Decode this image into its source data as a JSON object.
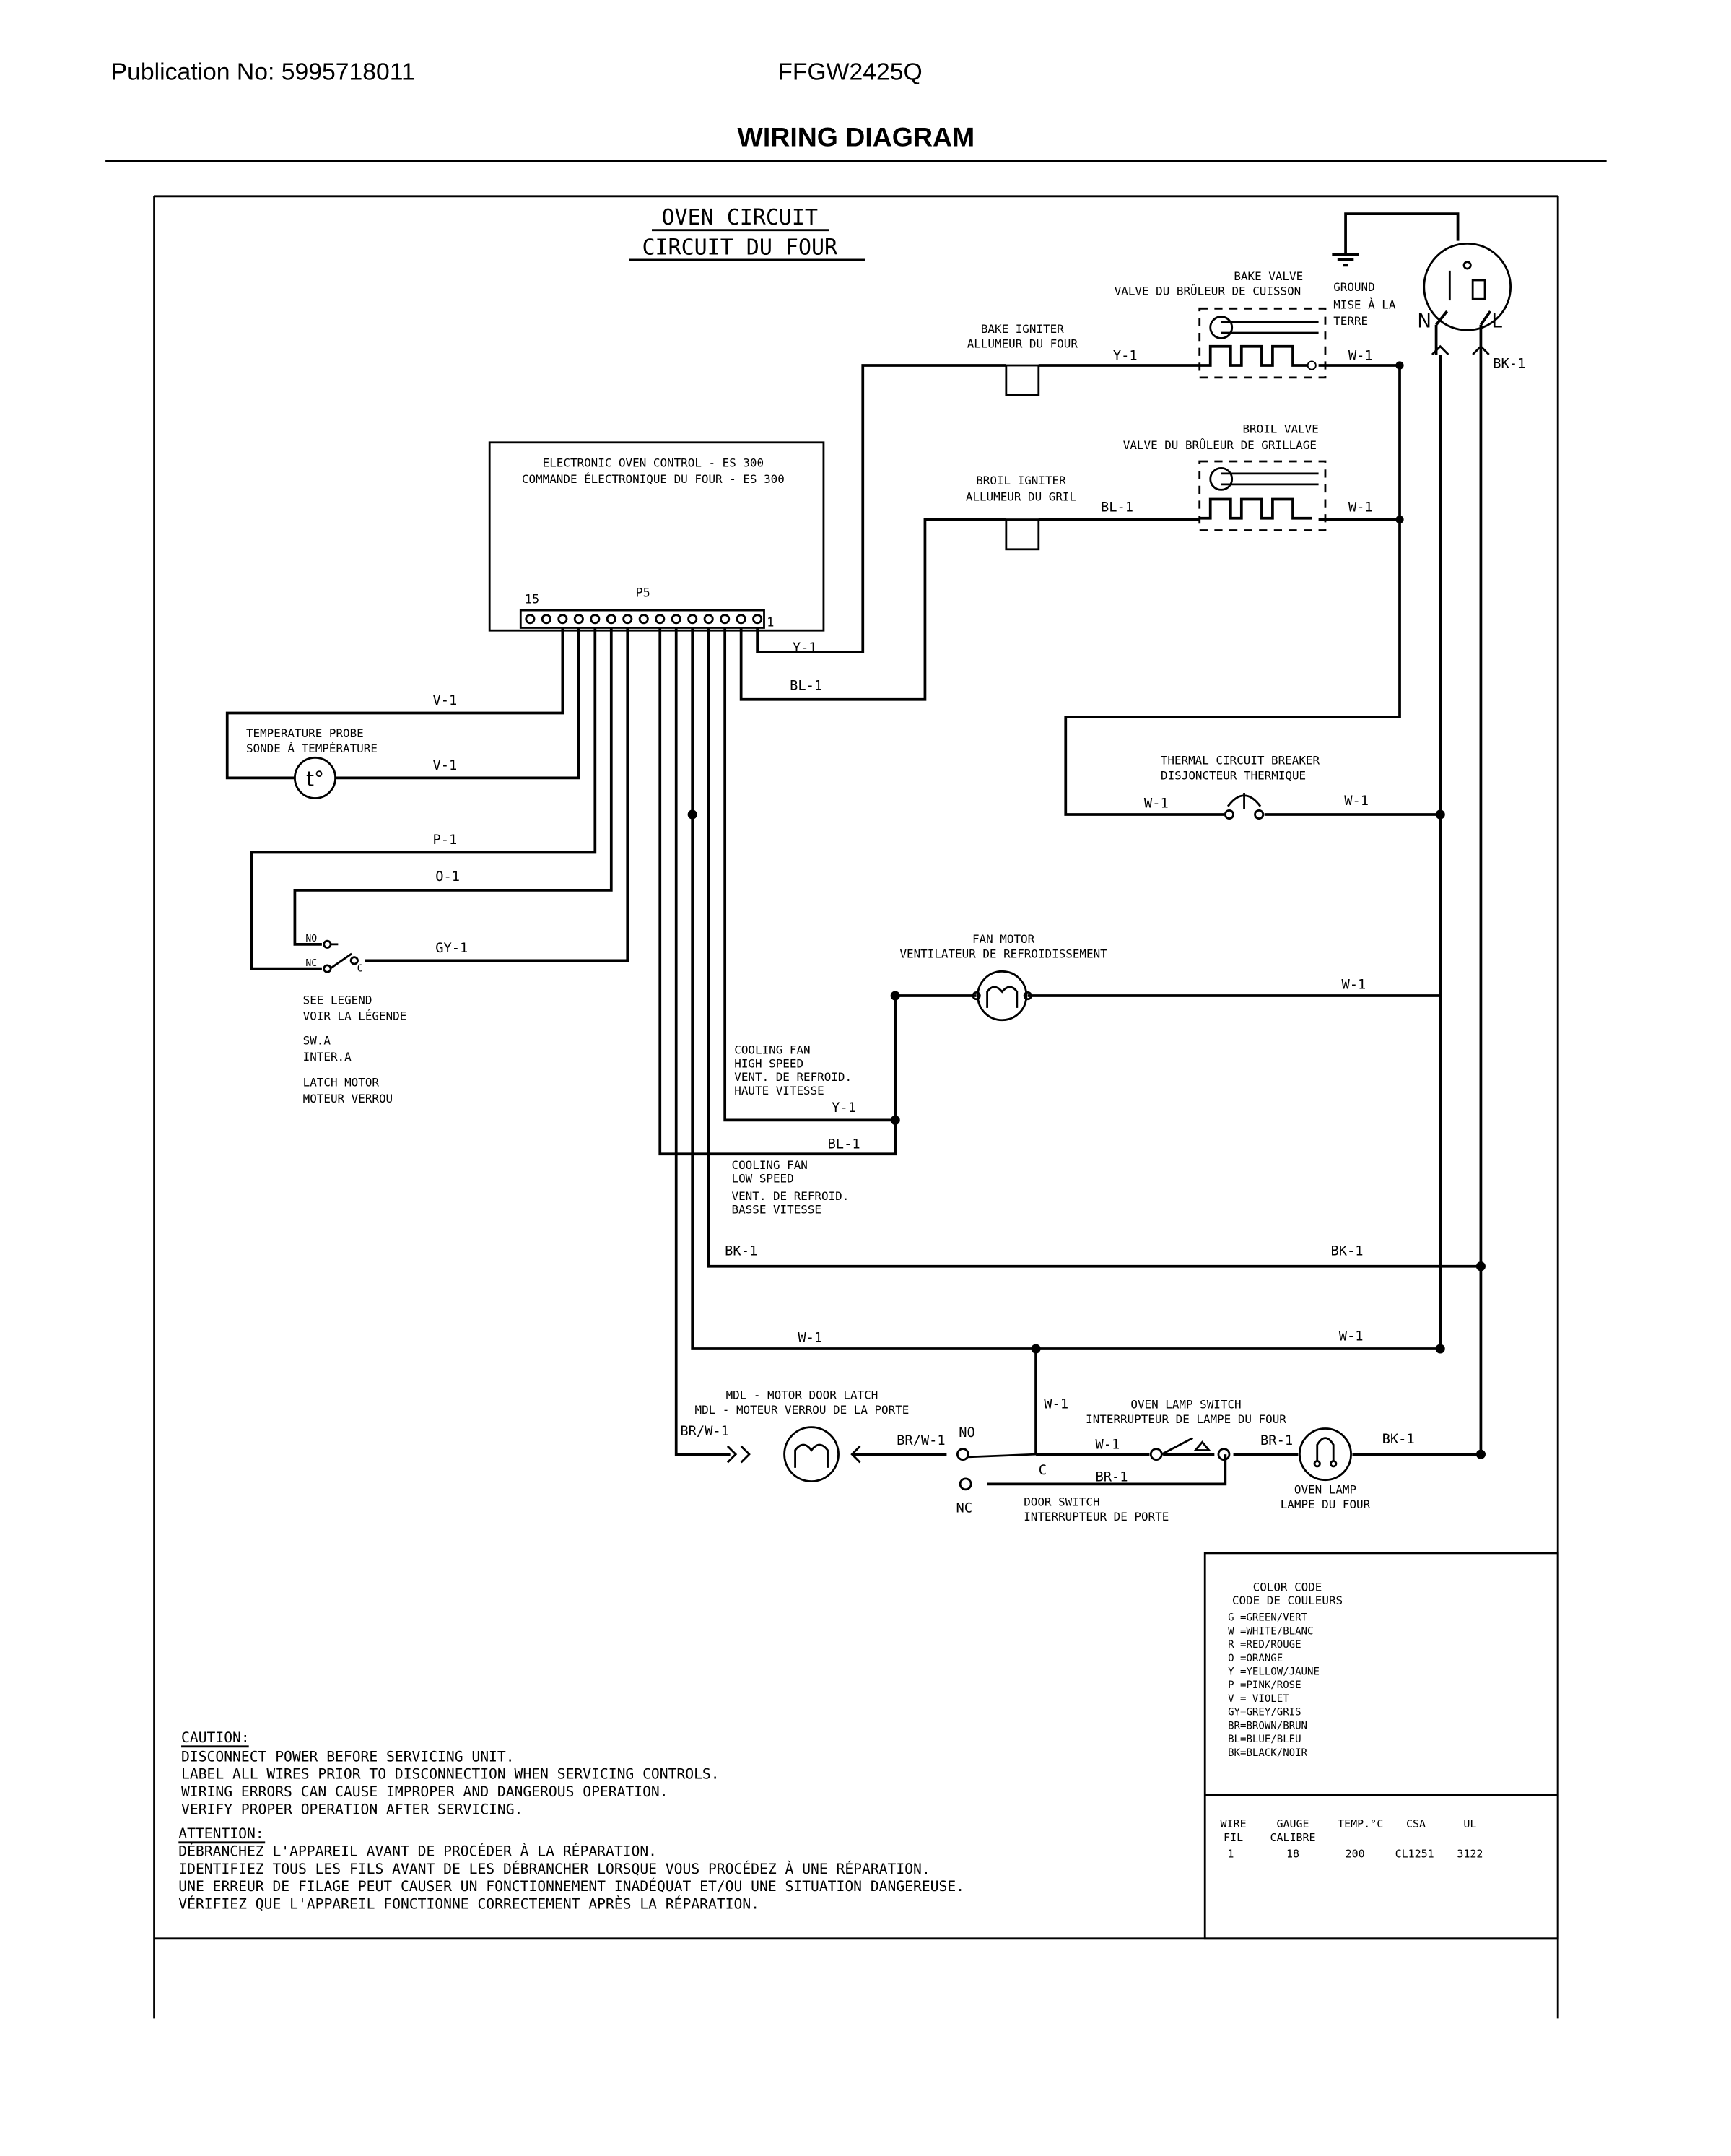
{
  "header": {
    "publication": "Publication No: 5995718011",
    "model": "FFGW2425Q",
    "title": "WIRING DIAGRAM"
  },
  "circuit": {
    "title_en": "OVEN CIRCUIT",
    "title_fr": "CIRCUIT DU FOUR"
  },
  "components": {
    "eoc_en": "ELECTRONIC OVEN CONTROL - ES 300",
    "eoc_fr": "COMMANDE ÉLECTRONIQUE DU FOUR - ES 300",
    "p5": "P5",
    "pin15": "15",
    "pin1": "1",
    "bake_valve_en": "BAKE VALVE",
    "bake_valve_fr": "VALVE DU BRÛLEUR DE CUISSON",
    "bake_igniter_en": "BAKE IGNITER",
    "bake_igniter_fr": "ALLUMEUR DU FOUR",
    "broil_valve_en": "BROIL VALVE",
    "broil_valve_fr": "VALVE DU BRÛLEUR DE GRILLAGE",
    "broil_igniter_en": "BROIL IGNITER",
    "broil_igniter_fr": "ALLUMEUR DU GRIL",
    "ground_en": "GROUND",
    "ground_fr1": "MISE À LA",
    "ground_fr2": "TERRE",
    "neutral": "N",
    "line": "L",
    "temp_probe_en": "TEMPERATURE PROBE",
    "temp_probe_fr": "SONDE À TEMPÉRATURE",
    "probe_symbol": "t°",
    "thermal_en": "THERMAL CIRCUIT BREAKER",
    "thermal_fr": "DISJONCTEUR THERMIQUE",
    "fan_motor_en": "FAN MOTOR",
    "fan_motor_fr": "VENTILATEUR DE REFROIDISSEMENT",
    "no": "NO",
    "nc": "NC",
    "c": "C",
    "see_legend": "SEE LEGEND",
    "voir_legende": "VOIR LA LÉGENDE",
    "swa": "SW.A",
    "intera": "INTER.A",
    "latch_motor": "LATCH MOTOR",
    "moteur_verrou": "MOTEUR VERROU",
    "cf_high1": "COOLING FAN",
    "cf_high2": "HIGH SPEED",
    "cf_high3": "VENT. DE REFROID.",
    "cf_high4": "HAUTE VITESSE",
    "cf_low1": "COOLING FAN",
    "cf_low2": "LOW SPEED",
    "cf_low3": "VENT. DE REFROID.",
    "cf_low4": "BASSE VITESSE",
    "mdl_en": "MDL - MOTOR DOOR LATCH",
    "mdl_fr": "MDL - MOTEUR VERROU DE LA PORTE",
    "lamp_switch_en": "OVEN LAMP SWITCH",
    "lamp_switch_fr": "INTERRUPTEUR DE LAMPE DU FOUR",
    "oven_lamp_en": "OVEN LAMP",
    "oven_lamp_fr": "LAMPE DU FOUR",
    "door_switch_en": "DOOR SWITCH",
    "door_switch_fr": "INTERRUPTEUR DE PORTE"
  },
  "wire_labels": {
    "y1": "Y-1",
    "w1": "W-1",
    "bk1": "BK-1",
    "bl1": "BL-1",
    "v1": "V-1",
    "p1": "P-1",
    "o1": "O-1",
    "gy1": "GY-1",
    "brw1": "BR/W-1",
    "br1": "BR-1"
  },
  "color_code": {
    "title_en": "COLOR CODE",
    "title_fr": "CODE DE COULEURS",
    "entries": [
      "G =GREEN/VERT",
      "W =WHITE/BLANC",
      "R =RED/ROUGE",
      "O =ORANGE",
      "Y =YELLOW/JAUNE",
      "P =PINK/ROSE",
      "V = VIOLET",
      "GY=GREY/GRIS",
      "BR=BROWN/BRUN",
      "BL=BLUE/BLEU",
      "BK=BLACK/NOIR"
    ]
  },
  "wire_table": {
    "headers": [
      "WIRE",
      "GAUGE",
      "TEMP.°C",
      "CSA",
      "UL"
    ],
    "subheaders": [
      "FIL",
      "CALIBRE"
    ],
    "row": [
      "1",
      "18",
      "200",
      "CL1251",
      "3122"
    ]
  },
  "caution": {
    "title": "CAUTION:",
    "lines": [
      "DISCONNECT POWER BEFORE SERVICING UNIT.",
      "LABEL ALL WIRES PRIOR TO DISCONNECTION WHEN SERVICING CONTROLS.",
      "WIRING ERRORS CAN CAUSE IMPROPER AND DANGEROUS OPERATION.",
      "VERIFY PROPER OPERATION AFTER SERVICING."
    ]
  },
  "attention": {
    "title": "ATTENTION:",
    "lines": [
      "DÉBRANCHEZ L'APPAREIL AVANT DE PROCÉDER À LA RÉPARATION.",
      "IDENTIFIEZ TOUS LES FILS AVANT DE LES DÉBRANCHER LORSQUE VOUS PROCÉDEZ À UNE RÉPARATION.",
      "UNE ERREUR DE FILAGE PEUT CAUSER UN FONCTIONNEMENT INADÉQUAT ET/OU UNE SITUATION DANGEREUSE.",
      "VÉRIFIEZ QUE L'APPAREIL FONCTIONNE CORRECTEMENT APRÈS LA RÉPARATION."
    ]
  }
}
